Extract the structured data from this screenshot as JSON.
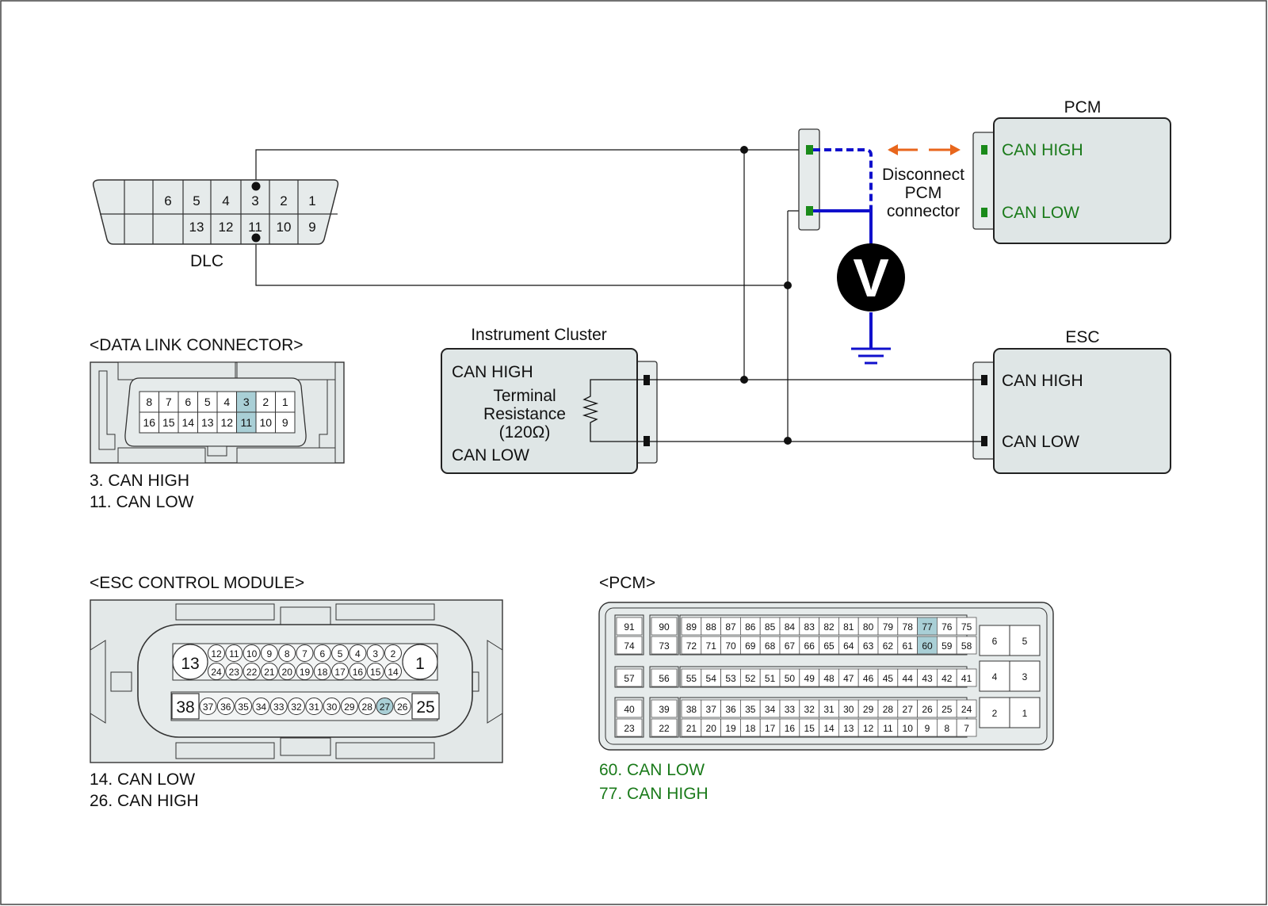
{
  "modules": {
    "pcm": {
      "title": "PCM",
      "can_high": "CAN HIGH",
      "can_low": "CAN LOW"
    },
    "esc": {
      "title": "ESC",
      "can_high": "CAN HIGH",
      "can_low": "CAN LOW"
    },
    "cluster": {
      "title": "Instrument Cluster",
      "can_high": "CAN HIGH",
      "can_low": "CAN LOW",
      "resistor_line1": "Terminal",
      "resistor_line2": "Resistance",
      "resistor_line3": "(120Ω)"
    }
  },
  "disconnect_note": {
    "line1": "Disconnect",
    "line2": "PCM",
    "line3": "connector"
  },
  "voltmeter": {
    "symbol": "V"
  },
  "dlc": {
    "label": "DLC",
    "top_pins": [
      "6",
      "5",
      "4",
      "3",
      "2",
      "1"
    ],
    "bottom_pins": [
      "13",
      "12",
      "11",
      "10",
      "9"
    ]
  },
  "dlc_connector": {
    "title": "<DATA LINK CONNECTOR>",
    "top_pins": [
      "8",
      "7",
      "6",
      "5",
      "4",
      "3",
      "2",
      "1"
    ],
    "bottom_pins": [
      "16",
      "15",
      "14",
      "13",
      "12",
      "11",
      "10",
      "9"
    ],
    "highlight": [
      "3",
      "11"
    ],
    "legend": [
      "3. CAN HIGH",
      "11. CAN LOW"
    ]
  },
  "esc_module": {
    "title": "<ESC CONTROL MODULE>",
    "row1_left": "13",
    "row1_right": "1",
    "row1_top": [
      "12",
      "11",
      "10",
      "9",
      "8",
      "7",
      "6",
      "5",
      "4",
      "3",
      "2"
    ],
    "row1_bottom": [
      "24",
      "23",
      "22",
      "21",
      "20",
      "19",
      "18",
      "17",
      "16",
      "15",
      "14"
    ],
    "row2_left": "38",
    "row2_right": "25",
    "row2": [
      "37",
      "36",
      "35",
      "34",
      "33",
      "32",
      "31",
      "30",
      "29",
      "28",
      "27",
      "26"
    ],
    "highlight": [
      "27"
    ],
    "legend": [
      "14. CAN LOW",
      "26. CAN HIGH"
    ]
  },
  "pcm_connector": {
    "title": "<PCM>",
    "rows": [
      [
        "91",
        "90",
        "89",
        "88",
        "87",
        "86",
        "85",
        "84",
        "83",
        "82",
        "81",
        "80",
        "79",
        "78",
        "77",
        "76",
        "75"
      ],
      [
        "74",
        "73",
        "72",
        "71",
        "70",
        "69",
        "68",
        "67",
        "66",
        "65",
        "64",
        "63",
        "62",
        "61",
        "60",
        "59",
        "58"
      ],
      [
        "57",
        "56",
        "55",
        "54",
        "53",
        "52",
        "51",
        "50",
        "49",
        "48",
        "47",
        "46",
        "45",
        "44",
        "43",
        "42",
        "41"
      ],
      [
        "40",
        "39",
        "38",
        "37",
        "36",
        "35",
        "34",
        "33",
        "32",
        "31",
        "30",
        "29",
        "28",
        "27",
        "26",
        "25",
        "24"
      ],
      [
        "23",
        "22",
        "21",
        "20",
        "19",
        "18",
        "17",
        "16",
        "15",
        "14",
        "13",
        "12",
        "11",
        "10",
        "9",
        "8",
        "7"
      ]
    ],
    "right_pins": [
      [
        "6",
        "5"
      ],
      [
        "4",
        "3"
      ],
      [
        "2",
        "1"
      ]
    ],
    "highlight": [
      "77",
      "60"
    ],
    "legend": [
      "60. CAN LOW",
      "77. CAN HIGH"
    ]
  },
  "colors": {
    "highlight_pin": "#a9cfd6",
    "measure_wire": "#1010cc",
    "arrow": "#e8661c",
    "green_text": "#1a7a1a",
    "green_pin": "#1a8a1a",
    "module_fill": "#dfe6e6"
  }
}
